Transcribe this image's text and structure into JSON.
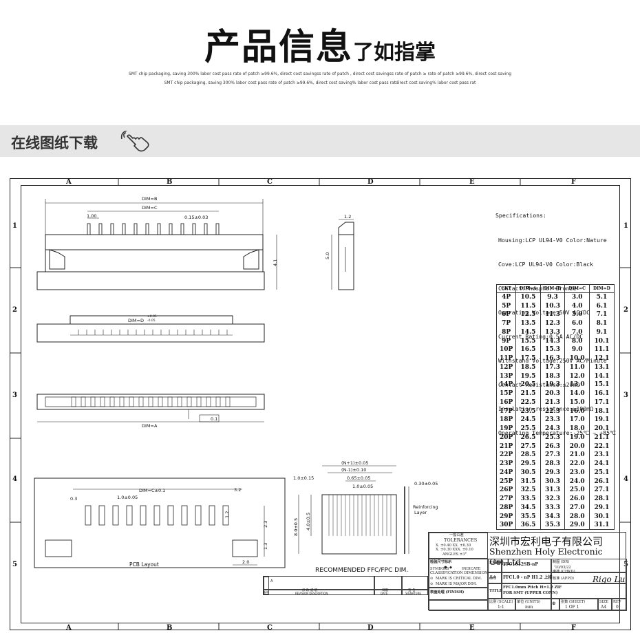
{
  "header": {
    "title_big": "产品信息",
    "title_small": "了如指掌",
    "subtitle_line1": "SMT chip packaging, saving 300% labor cost   pass rate of patch ≥99.6%, direct cost savingss rate of patch  , direct cost savingss rate of patch ≥ rate of patch ≥99.6%, direct cost saving",
    "subtitle_line2": "SMT chip packaging, saving 300% labor cost   pass rate of patch ≥99.6%, direct cost saving% labor cost   pass ratdirect cost saving% labor cost   pass rat"
  },
  "download_band": {
    "label": "在线图纸下载",
    "icon": "hand-pointer-icon"
  },
  "drawing": {
    "zones_cols": [
      "A",
      "B",
      "C",
      "D",
      "E",
      "F"
    ],
    "zones_rows": [
      "1",
      "2",
      "3",
      "4",
      "5"
    ],
    "labels": {
      "dim_b": "DIM=B",
      "dim_c": "DIM=C",
      "pitch_100": "1.00",
      "tol_015": "0.15±0.03",
      "dim_41": "4.1",
      "dim_12": "1.2",
      "dim_50": "5.0",
      "dim_d": "DIM=D",
      "dim_d_tol_plus": "+0.05",
      "dim_d_tol_minus": "-0.05",
      "dim_01": "0.1",
      "dim_a": "DIM=A",
      "pcb_dim_c": "DIM=C±0.1",
      "pcb_03": "0.3",
      "pcb_pitch": "1.0±0.05",
      "pcb_32": "3.2",
      "pcb_12": "1.2",
      "pcb_23": "2.3",
      "pcb_13": "1.3",
      "pcb_20": "2.0",
      "pcb_layout": "PCB Layout",
      "ffc_n1": "(N+1)±0.05",
      "ffc_n_1": "(N-1)±0.10",
      "ffc_065": "0.65±0.05",
      "ffc_10": "1.0±0.05",
      "ffc_10_15": "1.0±0.15",
      "ffc_030": "0.30±0.05",
      "ffc_reinforcing": "Reinforcing",
      "ffc_layer": "Layer",
      "ffc_80": "8.0±0.5",
      "ffc_40": "4.0±0.5",
      "ffc_recommended": "RECOMMENDED FFC/FPC DIM."
    }
  },
  "specifications": {
    "title": "Specifications:",
    "lines": [
      "Housing:LCP UL94-V0 Color:Nature",
      "Cove:LCP UL94-V0 Color:Black",
      "Contact:Phosphor Bronze",
      "Operating Voltage:50V AC/DC",
      "Current Rating:0.5A AC/DC",
      "Withstand Voltage:250V AC/Minute",
      "Contact Resistance:≤20mΩ",
      "Insulation resistance:≥100mΩ",
      "Operating Temperature:-25℃ ~ +85℃"
    ]
  },
  "dim_table": {
    "headers": [
      "CKT",
      "DIM=A",
      "DIM=B",
      "DIM=C",
      "DIM=D"
    ],
    "rows": [
      [
        "4P",
        "10.5",
        "9.3",
        "3.0",
        "5.1"
      ],
      [
        "5P",
        "11.5",
        "10.3",
        "4.0",
        "6.1"
      ],
      [
        "6P",
        "12.5",
        "11.3",
        "5.0",
        "7.1"
      ],
      [
        "7P",
        "13.5",
        "12.3",
        "6.0",
        "8.1"
      ],
      [
        "8P",
        "14.5",
        "13.3",
        "7.0",
        "9.1"
      ],
      [
        "9P",
        "15.5",
        "14.3",
        "8.0",
        "10.1"
      ],
      [
        "10P",
        "16.5",
        "15.3",
        "9.0",
        "11.1"
      ],
      [
        "11P",
        "17.5",
        "16.3",
        "10.0",
        "12.1"
      ],
      [
        "12P",
        "18.5",
        "17.3",
        "11.0",
        "13.1"
      ],
      [
        "13P",
        "19.5",
        "18.3",
        "12.0",
        "14.1"
      ],
      [
        "14P",
        "20.5",
        "19.3",
        "13.0",
        "15.1"
      ],
      [
        "15P",
        "21.5",
        "20.3",
        "14.0",
        "16.1"
      ],
      [
        "16P",
        "22.5",
        "21.3",
        "15.0",
        "17.1"
      ],
      [
        "17P",
        "23.5",
        "22.3",
        "16.0",
        "18.1"
      ],
      [
        "18P",
        "24.5",
        "23.3",
        "17.0",
        "19.1"
      ],
      [
        "19P",
        "25.5",
        "24.3",
        "18.0",
        "20.1"
      ],
      [
        "20P",
        "26.5",
        "25.3",
        "19.0",
        "21.1"
      ],
      [
        "21P",
        "27.5",
        "26.3",
        "20.0",
        "22.1"
      ],
      [
        "22P",
        "28.5",
        "27.3",
        "21.0",
        "23.1"
      ],
      [
        "23P",
        "29.5",
        "28.3",
        "22.0",
        "24.1"
      ],
      [
        "24P",
        "30.5",
        "29.3",
        "23.0",
        "25.1"
      ],
      [
        "25P",
        "31.5",
        "30.3",
        "24.0",
        "26.1"
      ],
      [
        "26P",
        "32.5",
        "31.3",
        "25.0",
        "27.1"
      ],
      [
        "27P",
        "33.5",
        "32.3",
        "26.0",
        "28.1"
      ],
      [
        "28P",
        "34.5",
        "33.3",
        "27.0",
        "29.1"
      ],
      [
        "29P",
        "35.5",
        "34.3",
        "28.0",
        "30.1"
      ],
      [
        "30P",
        "36.5",
        "35.3",
        "29.0",
        "31.1"
      ]
    ]
  },
  "title_block": {
    "tolerance_title": "一般公差",
    "tolerance_en": "TOLERANCES",
    "tol_x": "X. ±0.40    XX. ±0.30",
    "tol_xx": "X. ±0.30  XXX. ±0.10",
    "tol_angles": "ANGLES    ±3°",
    "inspect_label": "检验尺寸标示",
    "symbols_label": "SYMBOLS",
    "indicate_label": "INDICATE",
    "classification_label": "CLASSIFICATION DIMENSION",
    "critical_label": "MARK IS CRITICAL DIM.",
    "major_label": "MARK IS MAJOR DIM.",
    "finish_label": "表面处理 (FINISH)",
    "company_cn": "深圳市宏利电子有限公司",
    "company_en": "Shenzhen Holy Electronic Co.,Ltd",
    "drawing_no_label": "工程图号",
    "drawing_no": "FFC1012SB-nP",
    "drawn_label": "制图 (DR)",
    "date": "'10/03/22",
    "checked_label": "审核 (CHKD)",
    "product_label": "品名",
    "product": "FFC1.0 - nP H1.2 上接",
    "approved_label": "核准 (APPD)",
    "signature": "Rigo Lu",
    "title_label": "TITLE",
    "title_line1": "FFC1.0mm Pitch H=1.2  ZIF",
    "title_line2": "FOR SMT (UPPER CONN)",
    "scale_label": "比例 (SCALE)",
    "scale": "1:1",
    "unit_label": "单位 (UNITS)",
    "unit": "mm",
    "sheet_label": "张数 (SHEET)",
    "sheet": "1 OF 1",
    "size_label": "SIZE",
    "size": "A4",
    "rev_label": "REV",
    "rev": "0",
    "rev_strip_1": "修 改 说 明",
    "rev_strip_2": "REVISION DESCRIPTION",
    "rev_date": "日期",
    "rev_date_en": "DATE",
    "rev_sign": "签 名",
    "rev_sign_en": "SIGNATURE",
    "rev_a": "A",
    "rev_mark": "版本"
  }
}
